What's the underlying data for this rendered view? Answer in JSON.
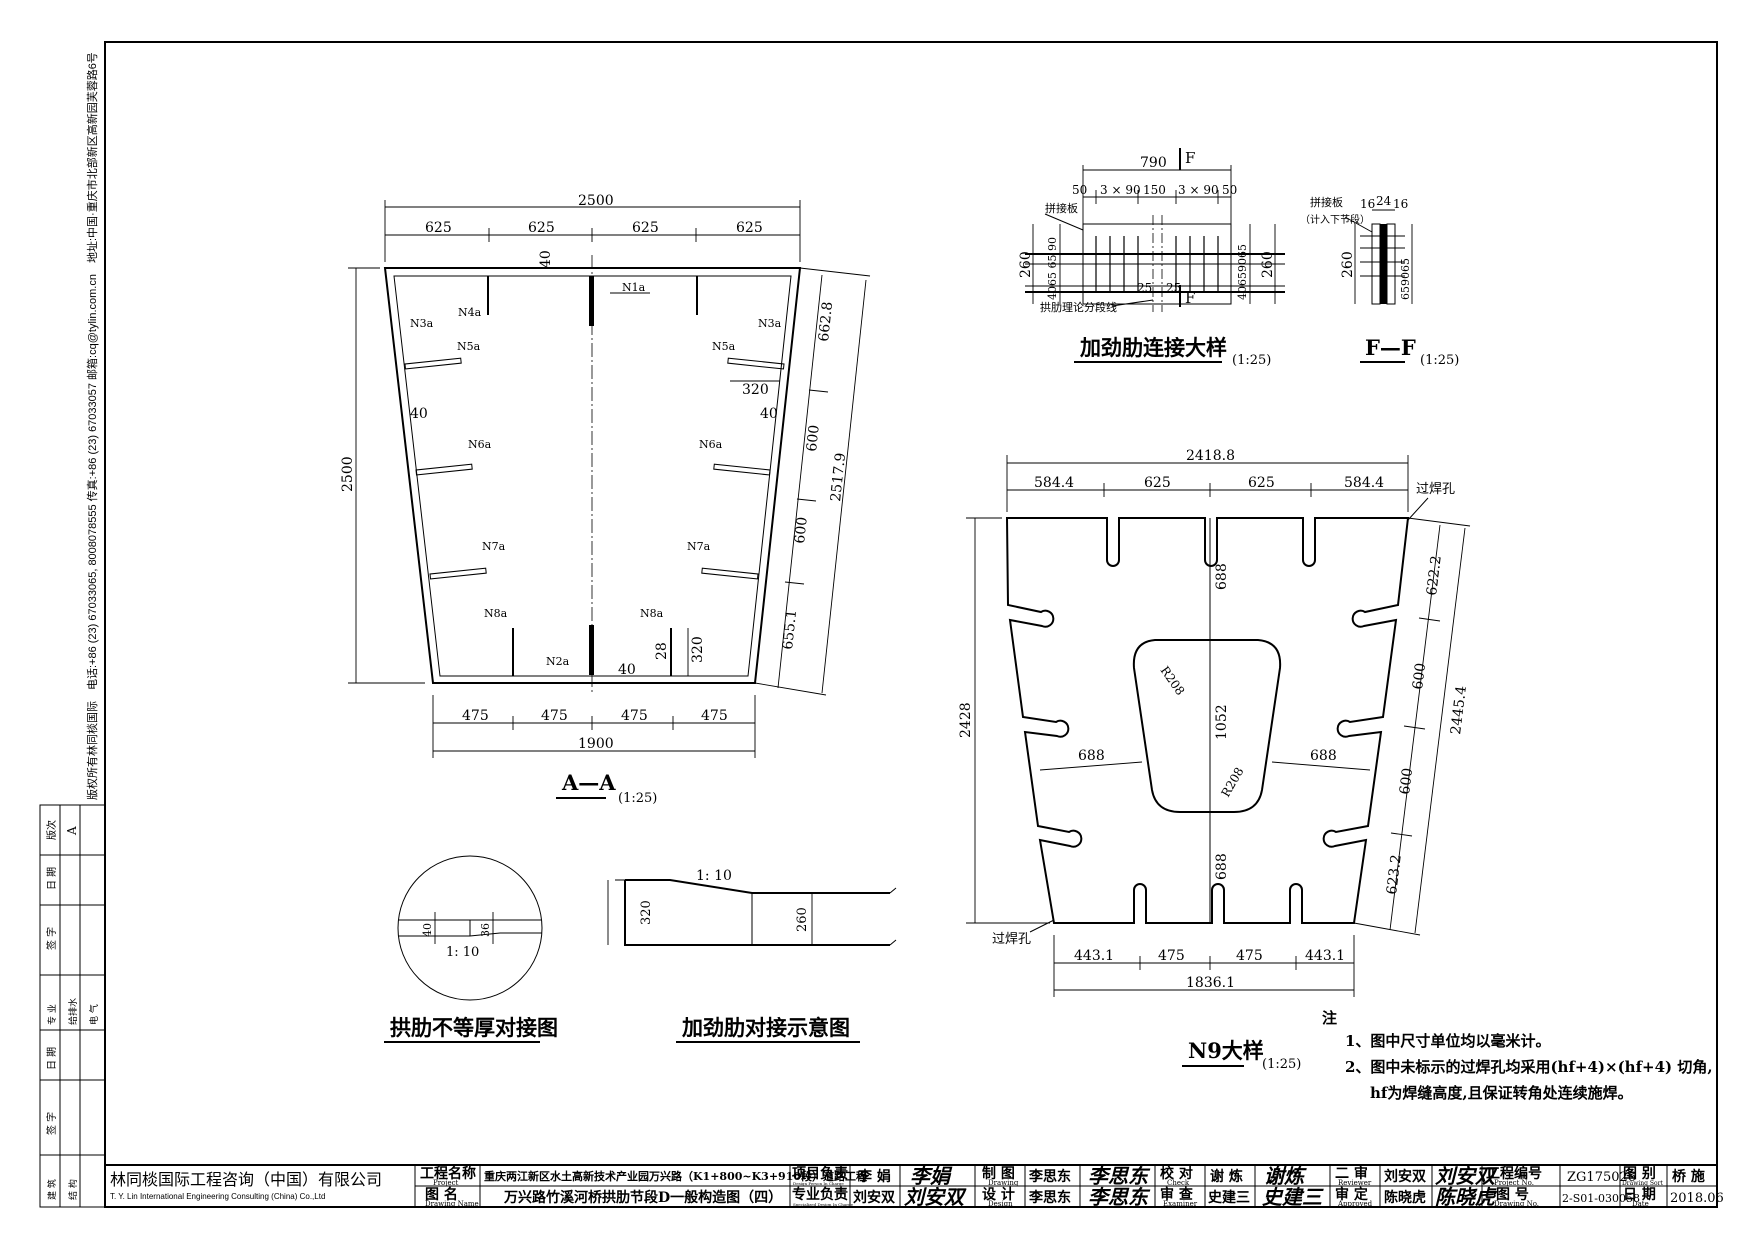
{
  "sheet": {
    "company_cn": "林同棪国际工程咨询（中国）有限公司",
    "company_en": "T. Y. Lin International Engineering Consulting (China) Co.,Ltd",
    "address_strip": "版权所有林同棪国际　电话:+86 (23) 67033065, 8008078555 传真:+86 (23) 67033057 邮箱:cq@tylin.com.cn　地址:中国·重庆市北部新区高新园芙蓉路6号",
    "left_block": {
      "version_label": "版次",
      "version_value": "A",
      "date_label": "日 期",
      "sign_label": "签 字",
      "major_label": "专 业",
      "drain_label": "给排水",
      "elec_label": "电 气",
      "arch_label": "建 筑",
      "struct_label": "结 构"
    }
  },
  "title_block": {
    "project_label": "工程名称",
    "project_label_en": "Project",
    "project_name": "重庆两江新区水土高新技术产业园万兴路（K1+800~K3+910段）道路工程",
    "drawing_label": "图 名",
    "drawing_label_en": "Drawing Name",
    "drawing_name": "万兴路竹溪河桥拱肋节段D一般构造图（四）",
    "proj_lead_label": "项目负责",
    "proj_lead_en": "Design Person In Charge",
    "proj_lead": "李 娟",
    "spec_lead_label": "专业负责",
    "spec_lead_en": "Specialized Design In Charge",
    "spec_lead": "刘安双",
    "draw_label": "制 图",
    "draw_en": "Drawing",
    "draw_name": "李思东",
    "design_label": "设 计",
    "design_en": "Design",
    "design_name": "李思东",
    "check_label": "校 对",
    "check_en": "Check",
    "check_name": "谢 炼",
    "exam_label": "审 查",
    "exam_en": "Examiner",
    "exam_name": "史建三",
    "review_label": "二 审",
    "review_en": "Reviewer",
    "review_name": "刘安双",
    "approve_label": "审 定",
    "approve_en": "Approved",
    "approve_name": "陈晓虎",
    "projno_label": "工程编号",
    "projno_en": "Project No.",
    "projno": "ZG175026",
    "dwgno_label": "图 号",
    "dwgno_en": "Drawing No.",
    "dwgno": "2-S01-030058",
    "sort_label": "图 别",
    "sort_en": "Drawing Sort",
    "sort": "桥 施",
    "date_label": "日 期",
    "date_en": "Date",
    "date": "2018.06"
  },
  "signatures": {
    "proj_lead": "李娟",
    "spec_lead": "刘安双",
    "draw": "李思东",
    "design": "李思东",
    "check": "谢炼",
    "exam": "史建三",
    "review": "刘安双",
    "approve": "陈晓虎"
  },
  "section_aa": {
    "title": "A—A",
    "scale": "(1:25)",
    "top_total": "2500",
    "top_parts": [
      "625",
      "625",
      "625",
      "625"
    ],
    "height": "2500",
    "bottom_total": "1900",
    "bottom_parts": [
      "475",
      "475",
      "475",
      "475"
    ],
    "right_total": "2517.9",
    "right_parts": [
      "662.8",
      "600",
      "600",
      "655.1"
    ],
    "thk_top": "40",
    "thk_side": "40",
    "thk_side_r": "40",
    "thk_bot": "40",
    "rib_len": "320",
    "rib_len_b": "320",
    "rib_thk": "28",
    "labels": {
      "N1a": "N1a",
      "N2a": "N2a",
      "N3a": "N3a",
      "N4a": "N4a",
      "N5a": "N5a",
      "N6a": "N6a",
      "N7a": "N7a",
      "N8a": "N8a"
    }
  },
  "stiffener_detail": {
    "title": "加劲肋连接大样",
    "scale": "(1:25)",
    "cut_mark": "F",
    "total": "790",
    "seg_a": "50",
    "seg_b": "3 × 90",
    "seg_c": "150",
    "seg_d": "3 × 90",
    "seg_e": "50",
    "left_stack": "4065 65 90",
    "right_stack": "40659065",
    "height_l": "260",
    "height_r": "260",
    "bottom_l": "25",
    "bottom_r": "25",
    "plate_label": "拼接板",
    "line_label": "拱肋理论分段线"
  },
  "ff_detail": {
    "title": "F—F",
    "scale": "(1:25)",
    "plate_label": "拼接板",
    "plate_note": "（计入下节段）",
    "t1": "16",
    "t2": "24",
    "t3": "16",
    "height": "260",
    "stack": "659065"
  },
  "n9_detail": {
    "title": "N9大样",
    "scale": "(1:25)",
    "top_total": "2418.8",
    "top_parts": [
      "584.4",
      "625",
      "625",
      "584.4"
    ],
    "height": "2428",
    "bottom_total": "1836.1",
    "bottom_parts": [
      "443.1",
      "475",
      "475",
      "443.1"
    ],
    "right_total": "2445.4",
    "right_parts": [
      "622.2",
      "600",
      "600",
      "623.2"
    ],
    "v_top": "688",
    "v_mid": "1052",
    "v_bot": "688",
    "h_left": "688",
    "h_right": "688",
    "r_top": "R208",
    "r_bot": "R208",
    "hole_label": "过焊孔",
    "hole_label_b": "过焊孔"
  },
  "butt_detail": {
    "title": "拱肋不等厚对接图",
    "t1": "40",
    "t2": "36",
    "slope": "1: 10"
  },
  "stiff_butt": {
    "title": "加劲肋对接示意图",
    "h1": "320",
    "h2": "260",
    "slope": "1: 10"
  },
  "notes": {
    "heading": "注",
    "lines": [
      "1、图中尺寸单位均以毫米计。",
      "2、图中未标示的过焊孔均采用(hf+4)×(hf+4) 切角,",
      "hf为焊缝高度,且保证转角处连续施焊。"
    ]
  }
}
